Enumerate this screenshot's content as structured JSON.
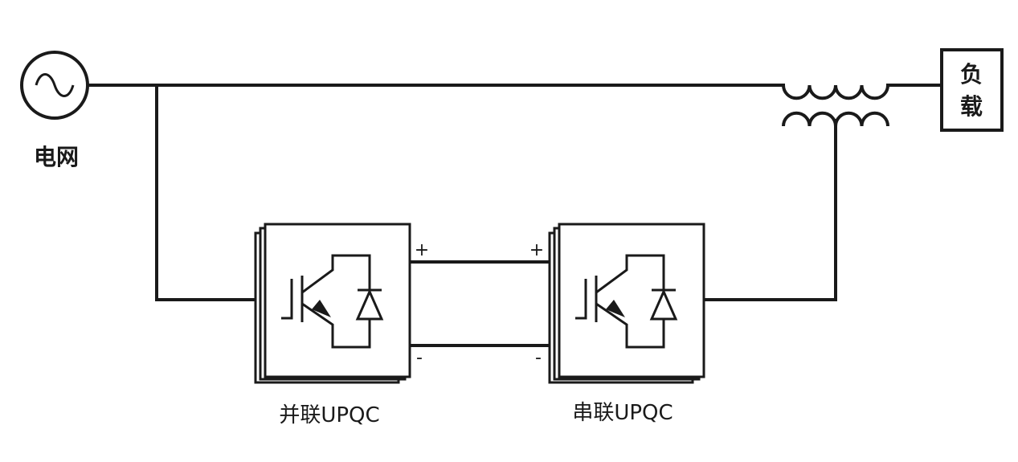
{
  "labels": {
    "grid": "电网",
    "load_line1": "负",
    "load_line2": "载",
    "shunt_converter": "并联UPQC",
    "series_converter": "串联UPQC"
  },
  "terminals": {
    "shunt_plus": "+",
    "shunt_minus": "-",
    "series_plus": "+",
    "series_minus": "-"
  }
}
